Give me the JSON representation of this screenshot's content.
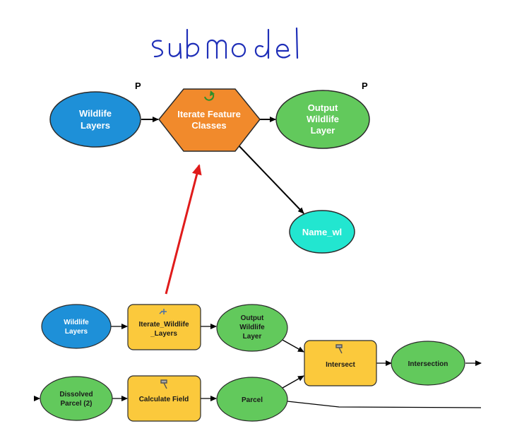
{
  "handwritten_title": "submodel",
  "colors": {
    "input_blue": "#1e90d8",
    "iterator_orange": "#f18a2c",
    "output_green": "#62c95c",
    "value_cyan": "#22e6d0",
    "tool_yellow": "#fbc93c",
    "annotation_red": "#e01b1b",
    "handwriting_blue": "#1f2fb8"
  },
  "top_model": {
    "wildfire_layers": {
      "line1": "Wildlife",
      "line2": "Layers",
      "parameter_mark": "P"
    },
    "iterate_feature_classes": {
      "line1": "Iterate Feature",
      "line2": "Classes",
      "icon": "refresh-icon"
    },
    "output_wildlife_layer": {
      "line1": "Output",
      "line2": "Wildlife",
      "line3": "Layer",
      "parameter_mark": "P"
    },
    "name_wl": {
      "label": "Name_wl"
    }
  },
  "bottom_model": {
    "wildlife_layers": {
      "line1": "Wildlife",
      "line2": "Layers"
    },
    "iterate_wildlife_layers": {
      "line1": "Iterate_Wildlife",
      "line2": "_Layers",
      "icon": "iterate-icon"
    },
    "output_wildlife_layer": {
      "line1": "Output",
      "line2": "Wildlife",
      "line3": "Layer"
    },
    "intersect": {
      "label": "Intersect",
      "icon": "hammer-icon"
    },
    "intersection": {
      "label": "Intersection"
    },
    "dissolved_parcel": {
      "line1": "Dissolved",
      "line2": "Parcel (2)"
    },
    "calculate_field": {
      "label": "Calculate Field",
      "icon": "hammer-icon"
    },
    "parcel": {
      "label": "Parcel"
    }
  }
}
